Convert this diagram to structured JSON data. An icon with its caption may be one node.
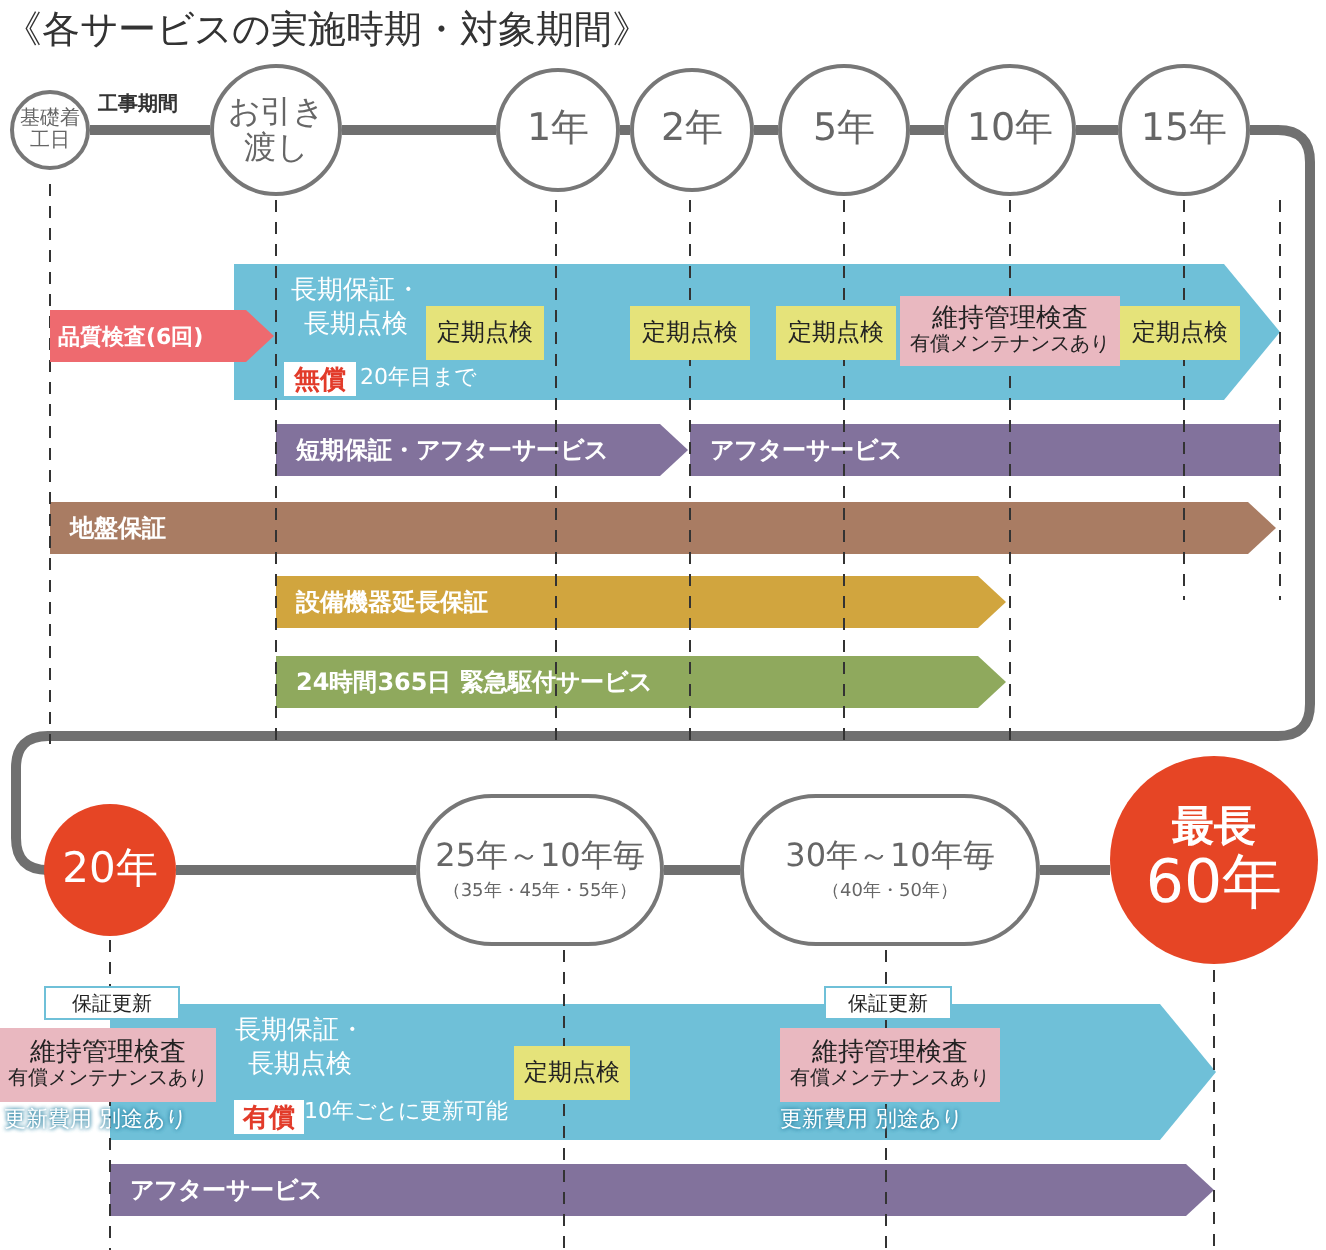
{
  "diagram": {
    "title": "《各サービスの実施時期・対象期間》",
    "nodes": [
      {
        "text": [
          "基礎着工日"
        ]
      },
      {
        "text": [
          "お引き渡し"
        ]
      },
      {
        "text": [
          "1年"
        ]
      },
      {
        "text": [
          "2年"
        ]
      },
      {
        "text": [
          "5年"
        ]
      },
      {
        "text": [
          "10年"
        ]
      },
      {
        "text": [
          "15年"
        ]
      },
      {
        "text": [
          "20年"
        ]
      },
      {
        "text": [
          "25年～10年毎",
          "（35年・45年・55年）"
        ]
      },
      {
        "text": [
          "30年～10年毎",
          "（40年・50年）"
        ]
      },
      {
        "text": [
          "最長",
          "60年"
        ]
      },
      {
        "text": [
          "品質検査(6回)"
        ]
      },
      {
        "text": [
          "長期保証・長期点検",
          "20年目まで"
        ]
      },
      {
        "text": [
          "無償"
        ],
        "in": 12
      },
      {
        "text": [
          "定期点検"
        ],
        "in": 12
      },
      {
        "text": [
          "定期点検"
        ],
        "in": 12
      },
      {
        "text": [
          "定期点検"
        ],
        "in": 12
      },
      {
        "text": [
          "維持管理検査",
          "有償メンテナンスあり"
        ],
        "in": 12
      },
      {
        "text": [
          "定期点検"
        ],
        "in": 12
      },
      {
        "text": [
          "短期保証・アフターサービス"
        ]
      },
      {
        "text": [
          "アフターサービス"
        ]
      },
      {
        "text": [
          "地盤保証"
        ]
      },
      {
        "text": [
          "設備機器延長保証"
        ]
      },
      {
        "text": [
          "24時間365日 緊急駆付サービス"
        ]
      },
      {
        "text": [
          "長期保証・長期点検",
          "10年ごとに更新可能"
        ]
      },
      {
        "text": [
          "保証更新"
        ]
      },
      {
        "text": [
          "維持管理検査",
          "有償メンテナンスあり"
        ],
        "beside": [
          "更新費用 別途あり"
        ]
      },
      {
        "text": [
          "有償"
        ],
        "in": 24
      },
      {
        "text": [
          "定期点検"
        ],
        "in": 24
      },
      {
        "text": [
          "保証更新"
        ]
      },
      {
        "text": [
          "維持管理検査",
          "有償メンテナンスあり"
        ],
        "in": 24,
        "beside": [
          "更新費用 別途あり"
        ]
      },
      {
        "text": [
          "アフターサービス"
        ]
      }
    ],
    "edges": [
      {
        "from": 0,
        "to": 1,
        "arrow": "none",
        "label": "工事期間"
      },
      {
        "from": 1,
        "to": 2,
        "arrow": "none"
      },
      {
        "from": 2,
        "to": 3,
        "arrow": "none"
      },
      {
        "from": 3,
        "to": 4,
        "arrow": "none"
      },
      {
        "from": 4,
        "to": 5,
        "arrow": "none"
      },
      {
        "from": 5,
        "to": 6,
        "arrow": "none"
      },
      {
        "from": 6,
        "to": 7,
        "arrow": "none"
      },
      {
        "from": 7,
        "to": 8,
        "arrow": "none"
      },
      {
        "from": 8,
        "to": 9,
        "arrow": "none"
      },
      {
        "from": 9,
        "to": 10,
        "arrow": "none"
      }
    ]
  }
}
